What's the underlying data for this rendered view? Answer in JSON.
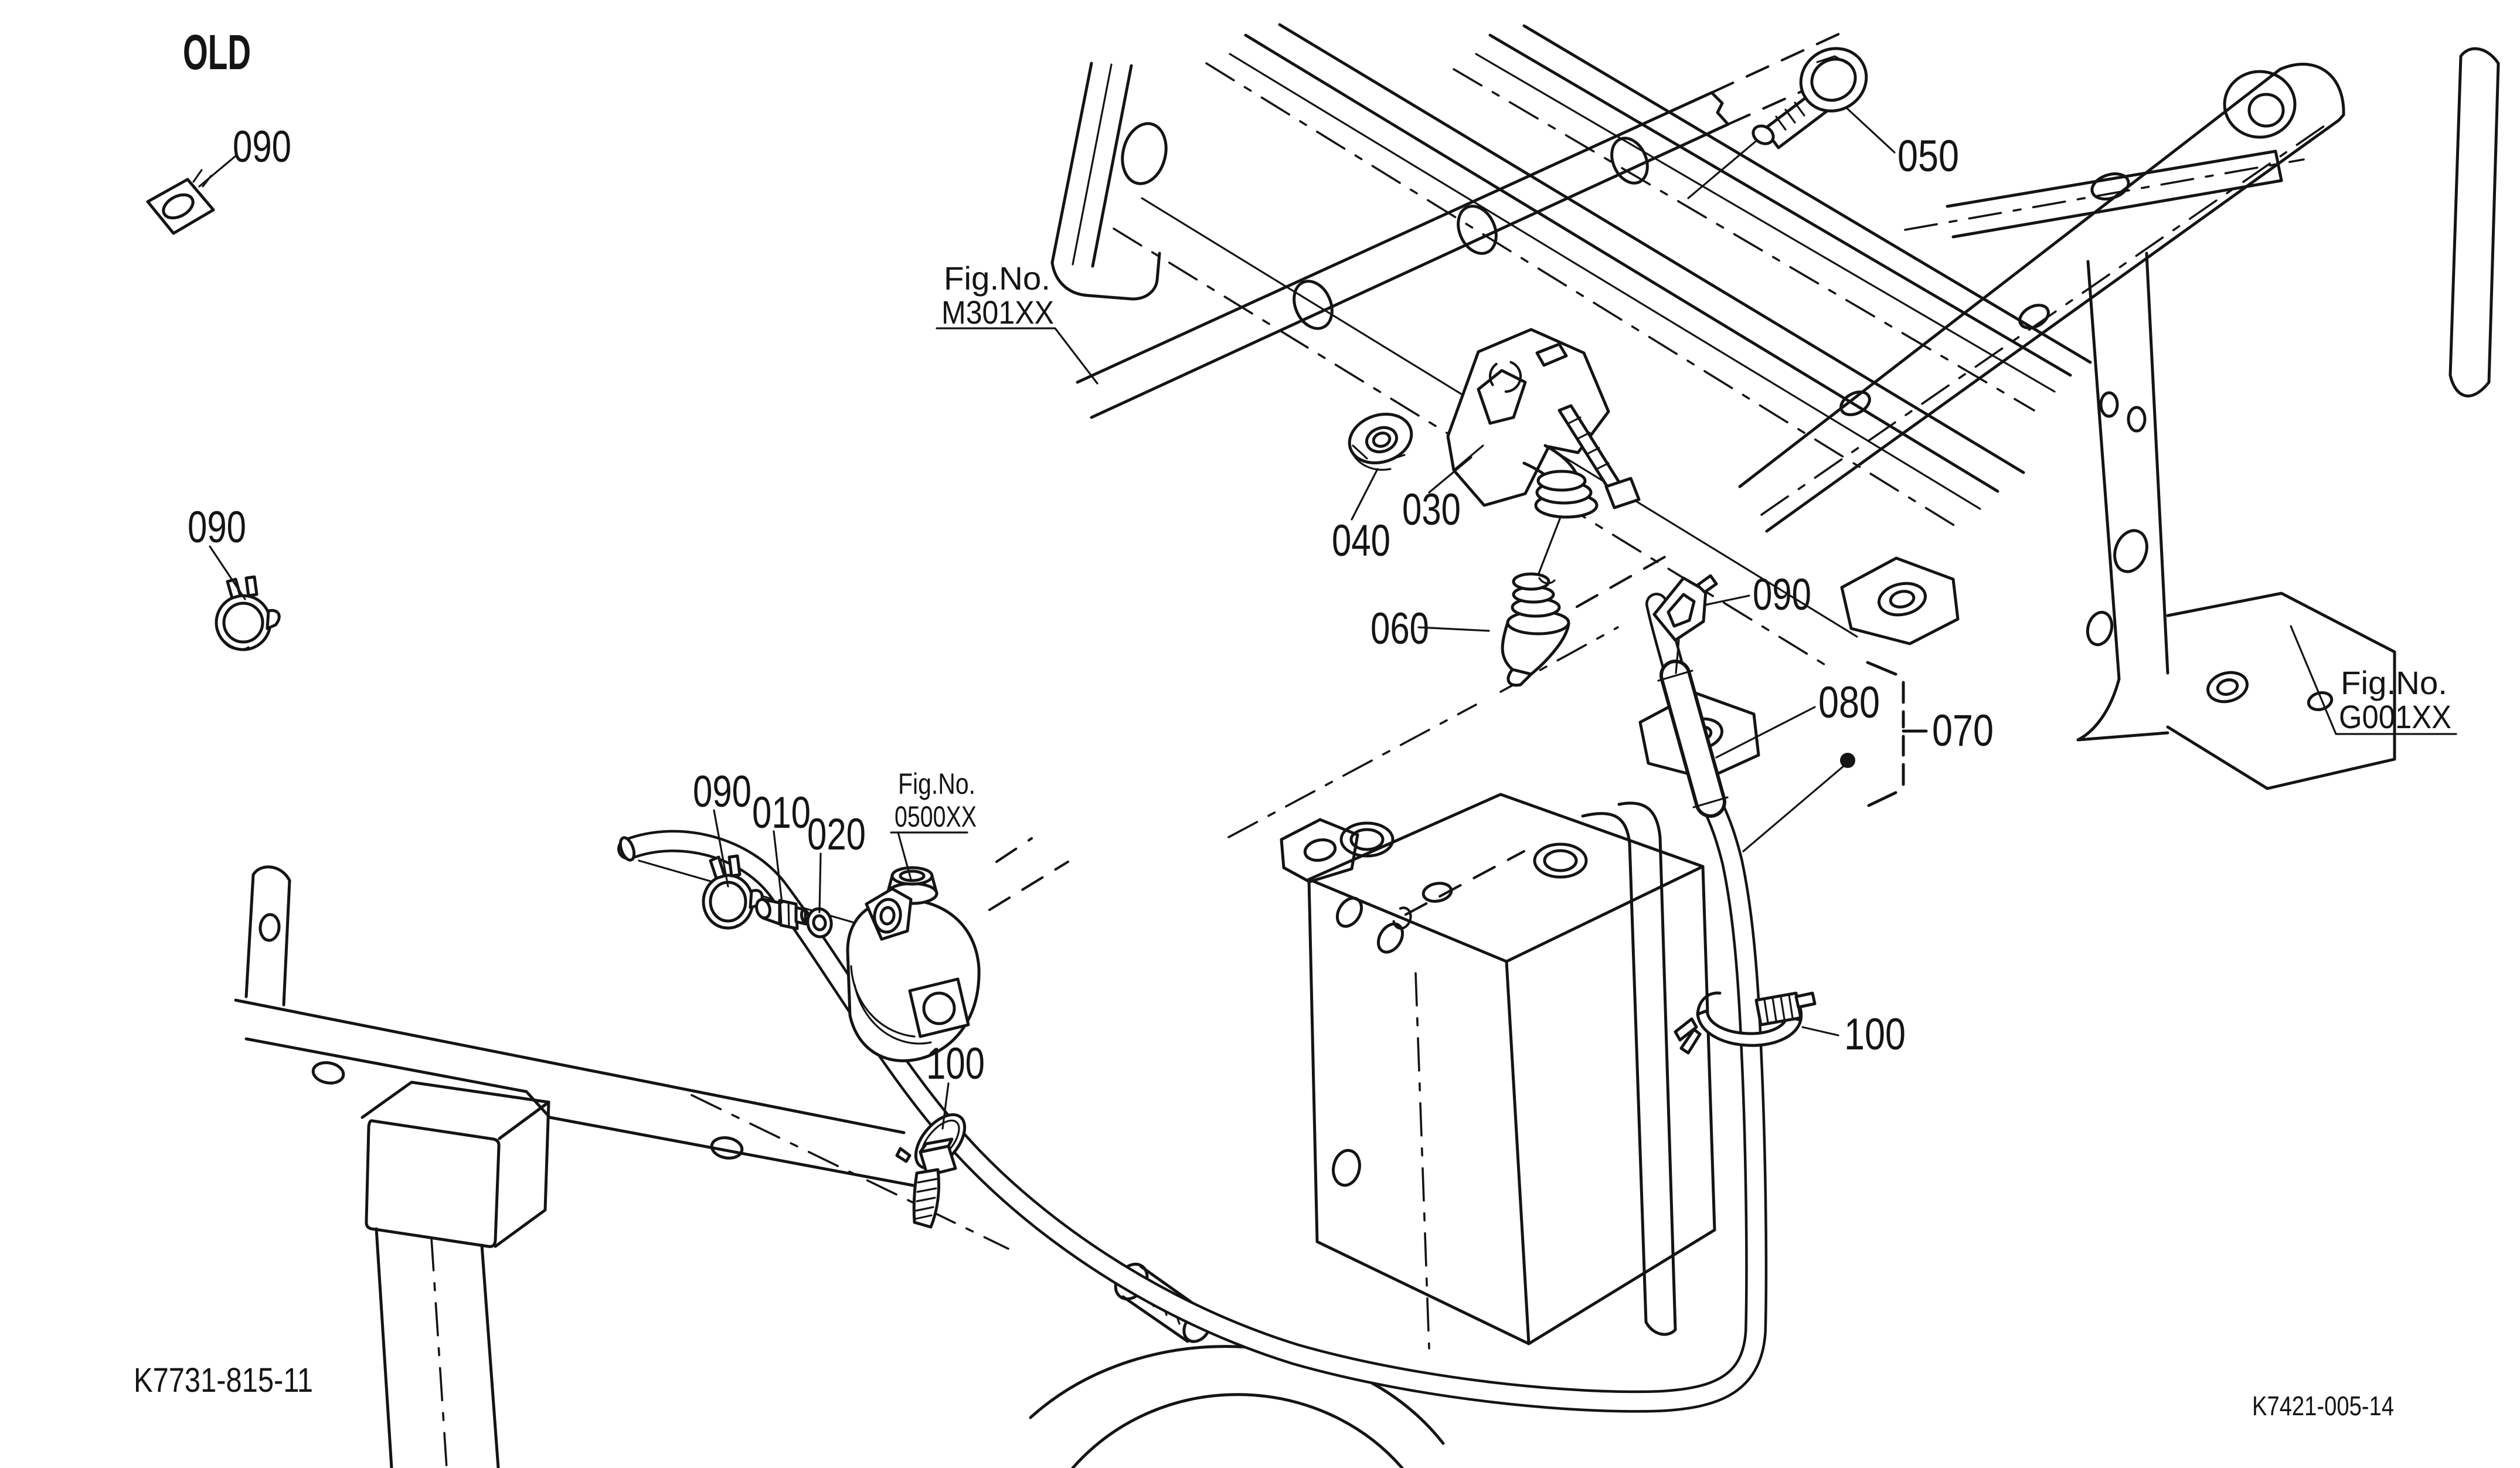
{
  "title_block": {
    "variant_label": "OLD",
    "drawing_number": "K7731-815-11",
    "sheet_code": "K7421-005-14"
  },
  "figure_refs": {
    "m301": {
      "line1": "Fig.No.",
      "line2": "M301XX"
    },
    "g001": {
      "line1": "Fig.No.",
      "line2": "G001XX"
    },
    "f0500": {
      "line1": "Fig.No.",
      "line2": "0500XX"
    }
  },
  "callouts": {
    "old_clamp": "090",
    "clamp_left": "090",
    "bolt": "050",
    "nut": "040",
    "holder": "030",
    "sensor": "060",
    "pipe_clip": "090",
    "protector": "080",
    "hose": "070",
    "exploded_clamp": "090",
    "joint": "010",
    "gasket": "020",
    "band_left": "100",
    "band_right": "100"
  },
  "colors": {
    "ink": "#141414",
    "paper": "#ffffff"
  }
}
